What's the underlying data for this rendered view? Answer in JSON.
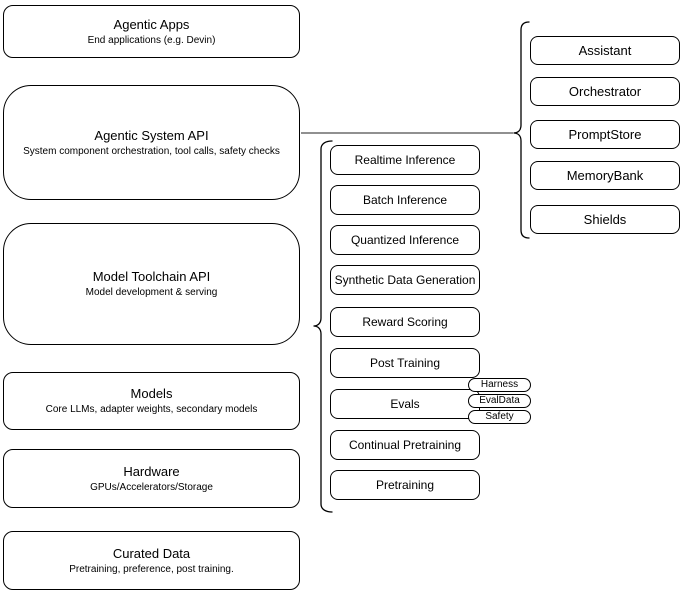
{
  "diagram": {
    "left_stack": [
      {
        "title": "Agentic Apps",
        "subtitle": "End applications (e.g. Devin)"
      },
      {
        "title": "Agentic System API",
        "subtitle": "System component orchestration, tool calls, safety checks"
      },
      {
        "title": "Model Toolchain API",
        "subtitle": "Model development & serving"
      },
      {
        "title": "Models",
        "subtitle": "Core LLMs, adapter weights, secondary models"
      },
      {
        "title": "Hardware",
        "subtitle": "GPUs/Accelerators/Storage"
      },
      {
        "title": "Curated Data",
        "subtitle": "Pretraining, preference, post training."
      }
    ],
    "toolchain_services": [
      "Realtime Inference",
      "Batch Inference",
      "Quantized Inference",
      "Synthetic Data Generation",
      "Reward Scoring",
      "Post Training",
      "Evals",
      "Continual Pretraining",
      "Pretraining"
    ],
    "evals_tags": [
      "Harness",
      "EvalData",
      "Safety"
    ],
    "system_components": [
      "Assistant",
      "Orchestrator",
      "PromptStore",
      "MemoryBank",
      "Shields"
    ]
  },
  "colors": {
    "stroke": "#000000",
    "fill": "#ffffff",
    "connector": "#4d4d4d",
    "background": "#ffffff"
  }
}
